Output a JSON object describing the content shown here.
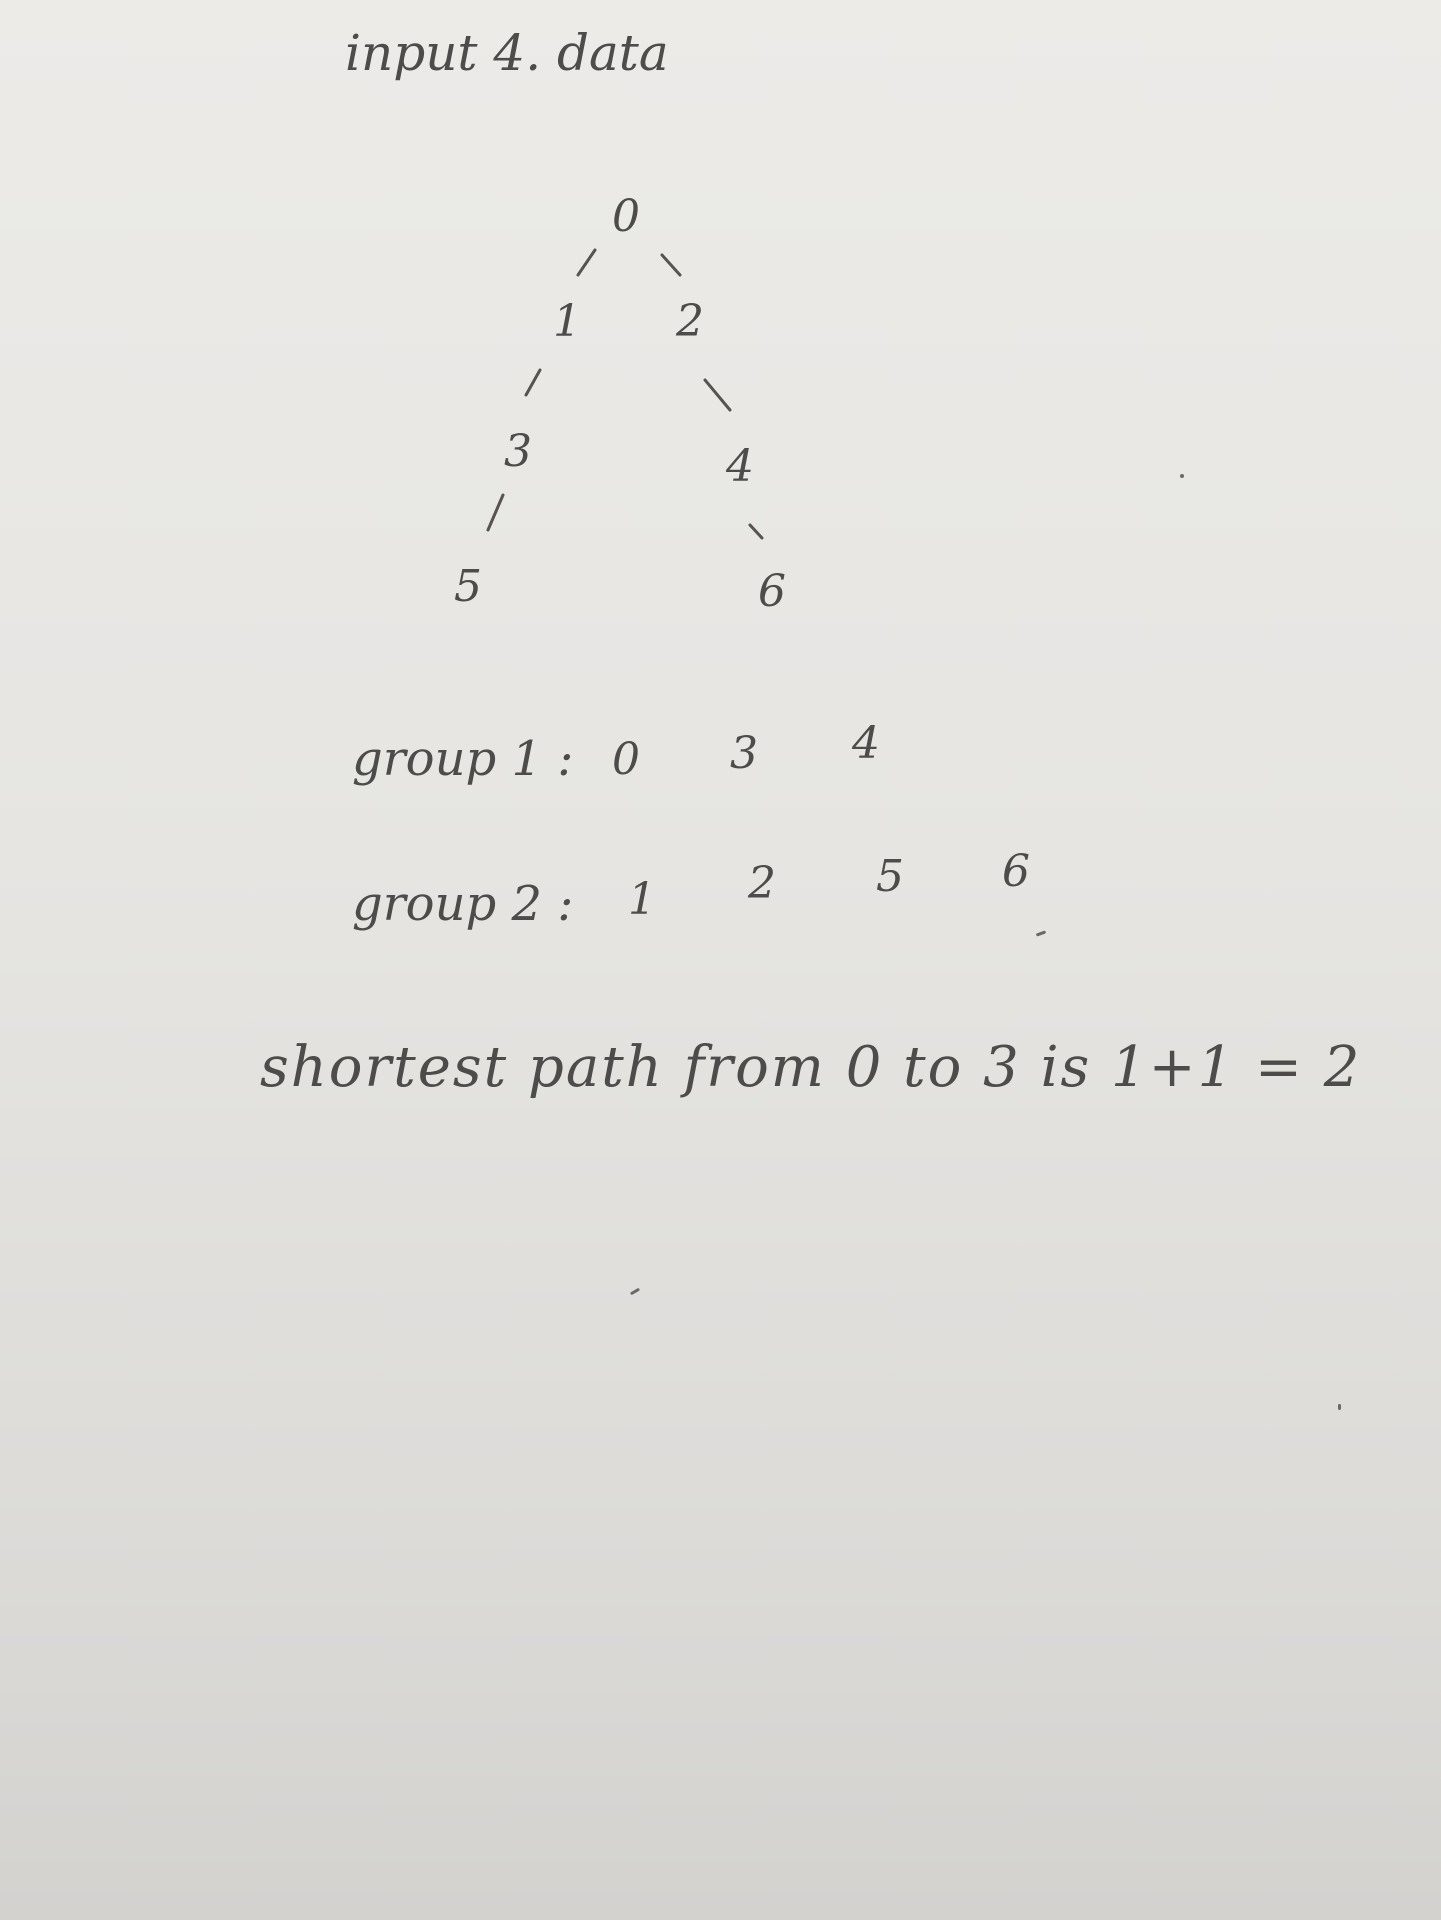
{
  "title": "input 4. data",
  "tree": {
    "nodes": [
      "0",
      "1",
      "2",
      "3",
      "4",
      "5",
      "6"
    ]
  },
  "groups": [
    {
      "label": "group 1 :",
      "values": [
        "0",
        "3",
        "4"
      ]
    },
    {
      "label": "group 2 :",
      "values": [
        "1",
        "2",
        "5",
        "6"
      ]
    }
  ],
  "statement": "shortest path from 0 to 3 is 1+1 = 2"
}
